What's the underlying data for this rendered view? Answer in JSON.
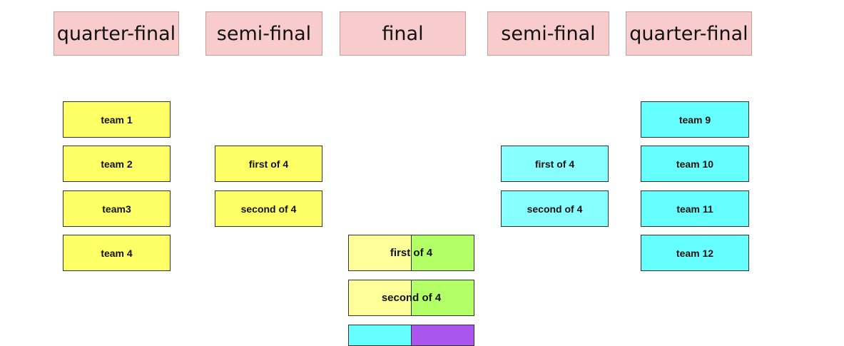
{
  "headers": [
    "quarter-final",
    "semi-final",
    "final",
    "semi-final",
    "quarter-final"
  ],
  "left_quarter": [
    "team 1",
    "team 2",
    "team3",
    "team 4"
  ],
  "left_semi": [
    "first of 4",
    "second of 4"
  ],
  "final": [
    "first of 4",
    "second of 4"
  ],
  "right_semi": [
    "first of 4",
    "second of 4"
  ],
  "right_quarter": [
    "team 9",
    "team 10",
    "team 11",
    "team 12"
  ],
  "colors": {
    "header": "#f8cccc",
    "left": "#ffff66",
    "right": "#66ffff",
    "right_semi": "#88ffff",
    "final_left": "#ffff99",
    "final_right": "#b3ff66",
    "final_third_right": "#aa55ee"
  }
}
